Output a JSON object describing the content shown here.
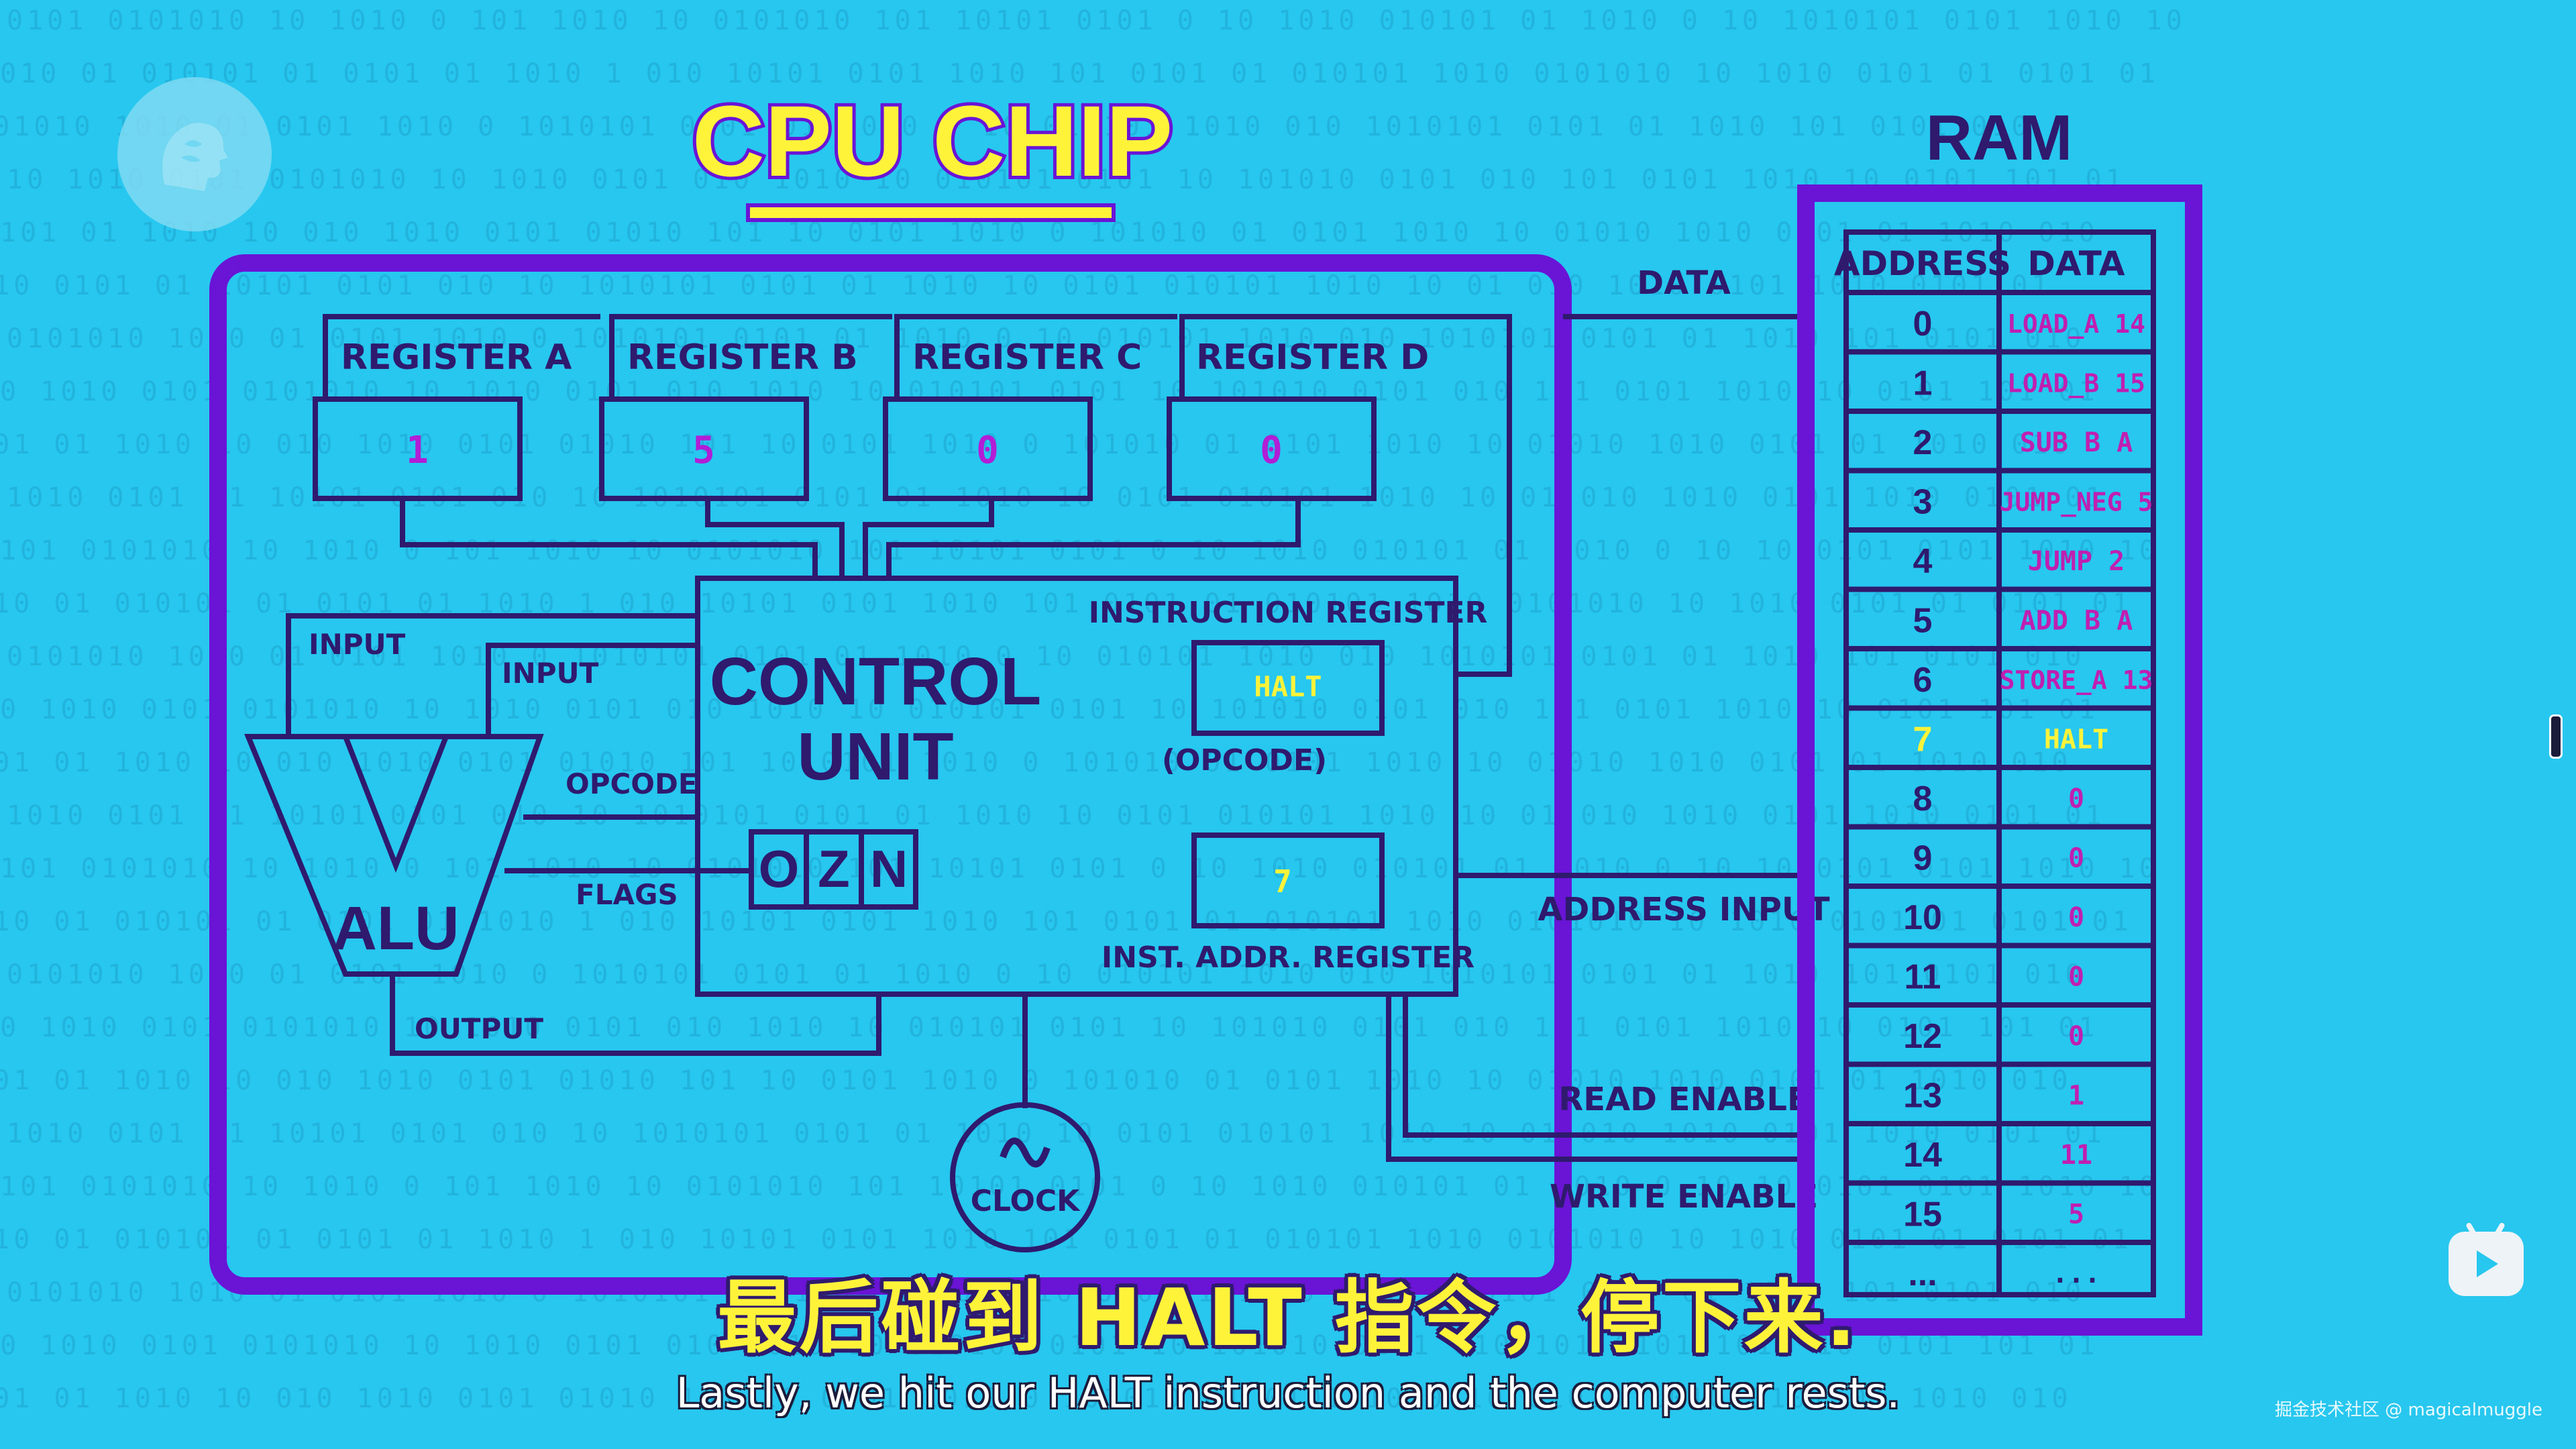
{
  "binary_rows": [
    "0101 0101010 10 1010 0 101 1010 10 0101010 101 10101 0101 0 10 1010 010101 01 1010 0 10 1010101 0101 1010 10",
    "1010 01 010101 01 0101 01 1010 1 010 10101 0101 1010 101 0101 01 010101 1010 0101010 10 1010 0101 01 0101 01",
    "0101010 1010 01 0101 1010 0 1010101 0101 01 1010 0 10 010101 1010 010 1010101 0101 01 1010 101 0101 010",
    "10 1010 0101 0101010 10 1010 0101 010 1010 10 010101 0101 10 101010 0101 010 101 0101 1010 10 0101 101 01",
    "0101 01 1010 10 010 1010 0101 01010 101 10 0101 1010 0 101010 01 0101 1010 10 01010 1010 0101 01 1010 010",
    "1010 0101 01 10101 0101 010 10 1010101 0101 01 1010 10 0101 010101 1010 10 01 010 1010 0101 1010 0101 01",
    "0101010 1010 01 0101 1010 0 1010101 0101 01 1010 0 10 010101 1010 010 1010101 0101 01 1010 101 0101 010",
    "10 1010 0101 0101010 10 1010 0101 010 1010 10 010101 0101 10 101010 0101 010 101 0101 1010 10 0101 101 01",
    "0101 01 1010 10 010 1010 0101 01010 101 10 0101 1010 0 101010 01 0101 1010 10 01010 1010 0101 01 1010 010",
    "1010 0101 01 10101 0101 010 10 1010101 0101 01 1010 10 0101 010101 1010 10 01 010 1010 0101 1010 0101 01",
    "0101 0101010 10 1010 0 101 1010 10 0101010 101 10101 0101 0 10 1010 010101 01 1010 0 10 1010101 0101 1010 10",
    "1010 01 010101 01 0101 01 1010 1 010 10101 0101 1010 101 0101 01 010101 1010 0101010 10 1010 0101 01 0101 01",
    "0101010 1010 01 0101 1010 0 1010101 0101 01 1010 0 10 010101 1010 010 1010101 0101 01 1010 101 0101 010",
    "10 1010 0101 0101010 10 1010 0101 010 1010 10 010101 0101 10 101010 0101 010 101 0101 1010 10 0101 101 01",
    "0101 01 1010 10 010 1010 0101 01010 101 10 0101 1010 0 101010 01 0101 1010 10 01010 1010 0101 01 1010 010",
    "1010 0101 01 10101 0101 010 10 1010101 0101 01 1010 10 0101 010101 1010 10 01 010 1010 0101 1010 0101 01",
    "0101 0101010 10 1010 0 101 1010 10 0101010 101 10101 0101 0 10 1010 010101 01 1010 0 10 1010101 0101 1010 10",
    "1010 01 010101 01 0101 01 1010 1 010 10101 0101 1010 101 0101 01 010101 1010 0101010 10 1010 0101 01 0101 01",
    "0101010 1010 01 0101 1010 0 1010101 0101 01 1010 0 10 010101 1010 010 1010101 0101 01 1010 101 0101 010",
    "10 1010 0101 0101010 10 1010 0101 010 1010 10 010101 0101 10 101010 0101 010 101 0101 1010 10 0101 101 01",
    "0101 01 1010 10 010 1010 0101 01010 101 10 0101 1010 0 101010 01 0101 1010 10 01010 1010 0101 01 1010 010",
    "1010 0101 01 10101 0101 010 10 1010101 0101 01 1010 10 0101 010101 1010 10 01 010 1010 0101 1010 0101 01",
    "0101 0101010 10 1010 0 101 1010 10 0101010 101 10101 0101 0 10 1010 010101 01 1010 0 10 1010101 0101 1010 10",
    "1010 01 010101 01 0101 01 1010 1 010 10101 0101 1010 101 0101 01 010101 1010 0101010 10 1010 0101 01 0101 01",
    "0101010 1010 01 0101 1010 0 1010101 0101 01 1010 0 10 010101 1010 010 1010101 0101 01 1010 101 0101 010",
    "10 1010 0101 0101010 10 1010 0101 010 1010 10 010101 0101 10 101010 0101 010 101 0101 1010 10 0101 101 01",
    "0101 01 1010 10 010 1010 0101 01010 101 10 0101 1010 0 101010 01 0101 1010 10 01010 1010 0101 01 1010 010"
  ],
  "cpu": {
    "title": "CPU CHIP",
    "registers": [
      {
        "label": "REGISTER A",
        "value": "1"
      },
      {
        "label": "REGISTER B",
        "value": "5"
      },
      {
        "label": "REGISTER C",
        "value": "0"
      },
      {
        "label": "REGISTER D",
        "value": "0"
      }
    ],
    "control_unit": {
      "line1": "CONTROL",
      "line2": "UNIT"
    },
    "instruction_register": {
      "label": "INSTRUCTION REGISTER",
      "value": "HALT",
      "sublabel": "(OPCODE)"
    },
    "inst_addr_register": {
      "label": "INST. ADDR. REGISTER",
      "value": "7"
    },
    "flags": [
      "O",
      "Z",
      "N"
    ],
    "alu": {
      "label": "ALU",
      "input1": "INPUT",
      "input2": "INPUT",
      "opcode": "OPCODE",
      "flags": "FLAGS",
      "output": "OUTPUT"
    },
    "clock": {
      "label": "CLOCK",
      "symbol": "∿"
    }
  },
  "bus": {
    "data": "DATA",
    "address_input": "ADDRESS INPUT",
    "read_enable": "READ ENABLE",
    "write_enable": "WRITE ENABLE"
  },
  "ram": {
    "title": "RAM",
    "header": {
      "address": "ADDRESS",
      "data": "DATA"
    },
    "highlight_row": 7,
    "rows": [
      {
        "address": "0",
        "data": "LOAD_A 14"
      },
      {
        "address": "1",
        "data": "LOAD_B 15"
      },
      {
        "address": "2",
        "data": "SUB B A"
      },
      {
        "address": "3",
        "data": "JUMP_NEG 5"
      },
      {
        "address": "4",
        "data": "JUMP 2"
      },
      {
        "address": "5",
        "data": "ADD B A"
      },
      {
        "address": "6",
        "data": "STORE_A 13"
      },
      {
        "address": "7",
        "data": "HALT"
      },
      {
        "address": "8",
        "data": "0"
      },
      {
        "address": "9",
        "data": "0"
      },
      {
        "address": "10",
        "data": "0"
      },
      {
        "address": "11",
        "data": "0"
      },
      {
        "address": "12",
        "data": "0"
      },
      {
        "address": "13",
        "data": "1"
      },
      {
        "address": "14",
        "data": "11"
      },
      {
        "address": "15",
        "data": "5"
      },
      {
        "address": "...",
        "data": "..."
      }
    ]
  },
  "subtitle": {
    "chinese": "最后碰到 HALT 指令，停下来.",
    "english": "Lastly, we hit our HALT instruction and the computer rests."
  },
  "watermark": "掘金技术社区 @ magicalmuggle",
  "colors": {
    "background": "#27c7ef",
    "ink": "#2f1a6e",
    "chip_border": "#6a14d6",
    "value_magenta": "#b21dd6",
    "highlight_yellow": "#fff33a",
    "ram_data": "#c01fb0"
  },
  "icons": {
    "logo": "pbs-head-icon",
    "player": "bilibili-play-icon",
    "handle": "side-handle-icon"
  }
}
